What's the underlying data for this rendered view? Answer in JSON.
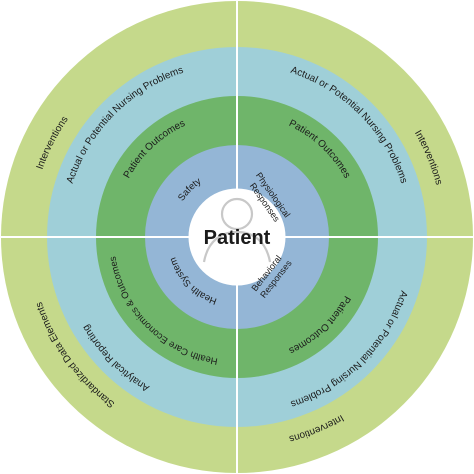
{
  "center": {
    "label": "Patient"
  },
  "colors": {
    "outer_ring": "#c5d98b",
    "nursing_ring": "#9fcfd8",
    "outcome_ring": "#6fb56a",
    "inner_ring": "#94b6d6",
    "center_fill": "#ffffff",
    "divider": "#ffffff",
    "icon_stroke": "#c8c8c8"
  },
  "rings": {
    "outer": [
      {
        "label": "Interventions"
      },
      {
        "label": "Interventions"
      },
      {
        "label": "Interventions"
      },
      {
        "label": "Standardized Data Elements"
      }
    ],
    "nursing": [
      {
        "label": "Actual or Potential Nursing Problems"
      },
      {
        "label": "Actual or Potential Nursing Problems"
      },
      {
        "label": "Actual or Potential Nursing Problems"
      },
      {
        "label": "Analytical Reporting"
      }
    ],
    "outcomes": [
      {
        "label": "Patient Outcomes"
      },
      {
        "label": "Patient Outcomes"
      },
      {
        "label": "Patient Outcomes"
      },
      {
        "label": "Health Care Economics & Outcomes"
      }
    ],
    "inner": [
      {
        "label": "Safety"
      },
      {
        "lines": [
          "Physiological",
          "Responses"
        ]
      },
      {
        "lines": [
          "Behavioral",
          "Responses"
        ]
      },
      {
        "label": "Health System"
      }
    ]
  }
}
